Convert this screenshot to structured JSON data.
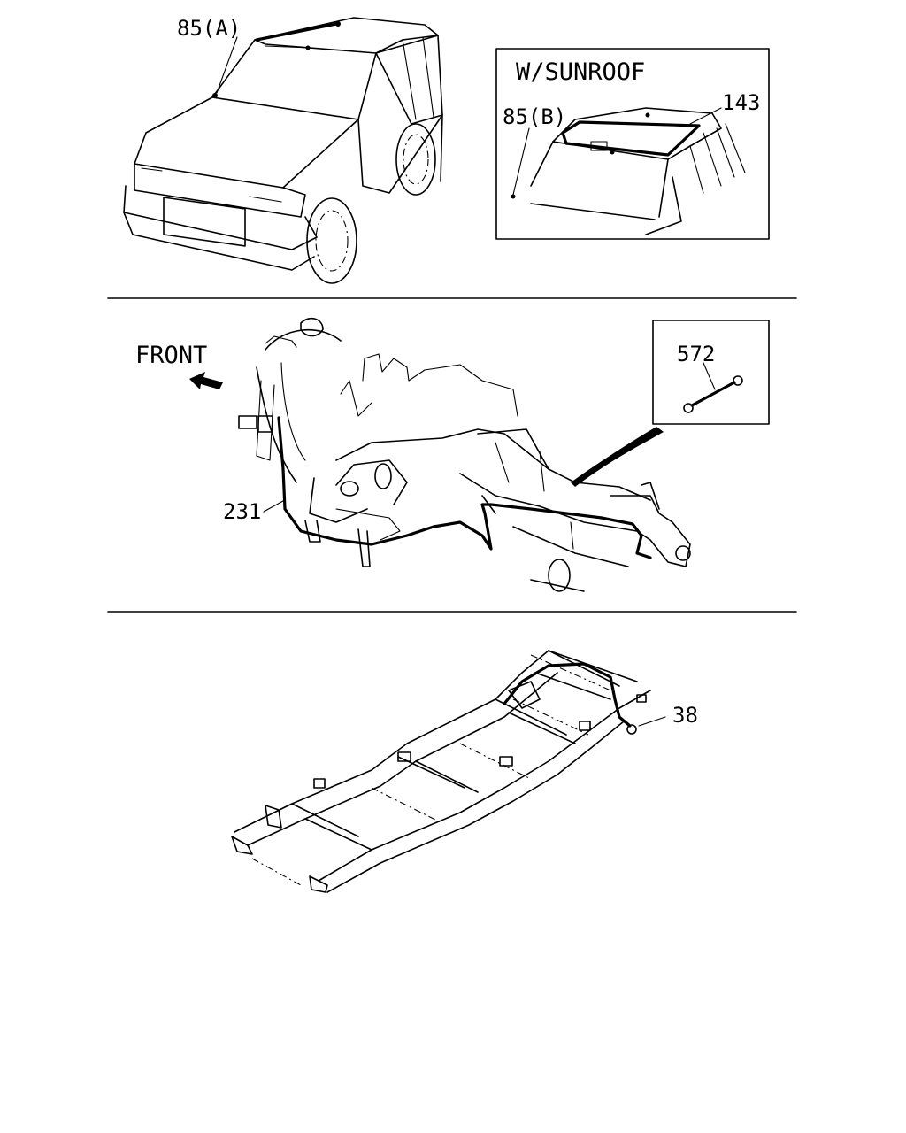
{
  "callouts": {
    "antenna_a": "85(A)",
    "antenna_b": "85(B)",
    "sunroof_part": "143",
    "feeder_cable": "231",
    "ground_strap": "572",
    "frame_clip": "38"
  },
  "notes": {
    "sunroof_inset": "W/SUNROOF",
    "front_arrow": "FRONT"
  }
}
